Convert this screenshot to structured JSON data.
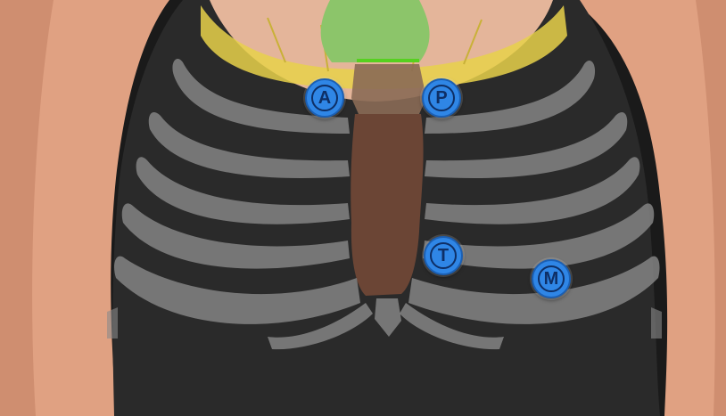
{
  "colors": {
    "marker_fill": "#2f86e6",
    "marker_text": "#0e2f66",
    "ribs": "#8a8a8a",
    "sternum": "#6b4535",
    "clavicle": "#e8d14a",
    "thyroid": "#8cc56a",
    "skin": "#e6a98a"
  },
  "markers": {
    "aortic": {
      "label": "A",
      "icon": "auscultation-point-aortic-icon"
    },
    "pulmonic": {
      "label": "P",
      "icon": "auscultation-point-pulmonic-icon"
    },
    "tricuspid": {
      "label": "T",
      "icon": "auscultation-point-tricuspid-icon"
    },
    "mitral": {
      "label": "M",
      "icon": "auscultation-point-mitral-icon"
    }
  }
}
